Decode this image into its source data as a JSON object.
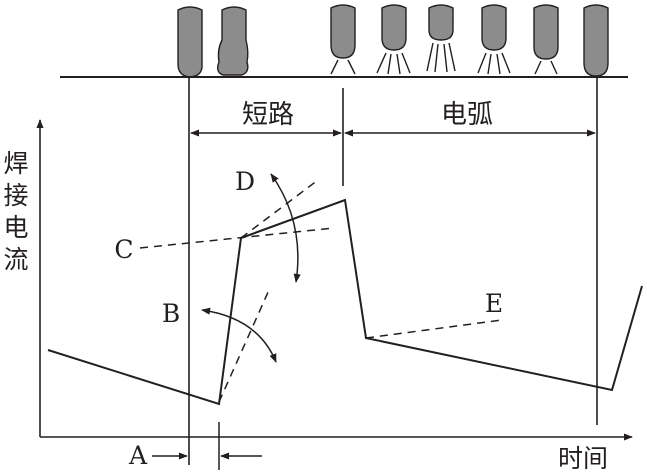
{
  "labels": {
    "short_circuit": "短路",
    "arc": "电弧",
    "y_axis_chars": [
      "焊",
      "接",
      "电",
      "流"
    ],
    "x_axis": "时间",
    "point_a": "A",
    "point_b": "B",
    "point_c": "C",
    "point_d": "D",
    "point_e": "E"
  },
  "colors": {
    "line": "#231f20",
    "electrode_fill": "#8c8c8c",
    "electrode_stroke": "#231f20"
  }
}
